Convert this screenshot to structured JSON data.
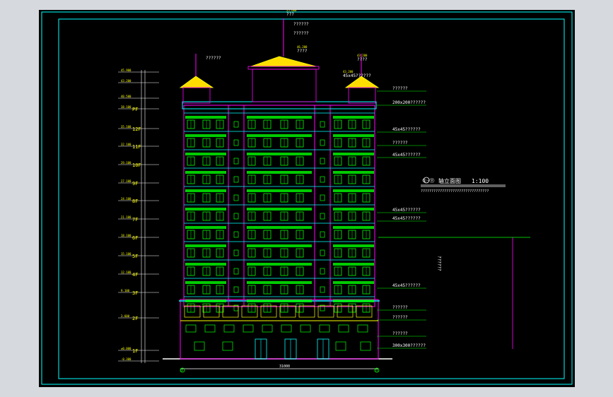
{
  "title": {
    "prefix": "①-⑪",
    "main": "轴立面图",
    "scale": "1:100",
    "note": "????????????????????????????????"
  },
  "dimensions": {
    "overall": "31000",
    "axis_left": "①",
    "axis_right": "⑪"
  },
  "levels": [
    {
      "elev": "45.900",
      "floor": ""
    },
    {
      "elev": "43.200",
      "floor": ""
    },
    {
      "elev": "40.500",
      "floor": ""
    },
    {
      "elev": "38.100",
      "floor": "PF"
    },
    {
      "elev": "35.100",
      "floor": "12F"
    },
    {
      "elev": "32.100",
      "floor": "11F"
    },
    {
      "elev": "29.100",
      "floor": "10F"
    },
    {
      "elev": "27.100",
      "floor": "9F"
    },
    {
      "elev": "24.100",
      "floor": "8F"
    },
    {
      "elev": "21.100",
      "floor": "7F"
    },
    {
      "elev": "18.100",
      "floor": "6F"
    },
    {
      "elev": "15.100",
      "floor": "5F"
    },
    {
      "elev": "12.100",
      "floor": "4F"
    },
    {
      "elev": "9.100",
      "floor": "3F"
    },
    {
      "elev": "3.600",
      "floor": "2F"
    },
    {
      "elev": "±0.000",
      "floor": "1F"
    },
    {
      "elev": "-0.300",
      "floor": ""
    }
  ],
  "top_labels": [
    {
      "text": "???",
      "note": "25.600"
    },
    {
      "text": "??????"
    },
    {
      "text": "??????"
    },
    {
      "text": "????",
      "note": "46.200"
    },
    {
      "text": "??????"
    },
    {
      "text": "45x45??????",
      "note": "43.200"
    },
    {
      "text": "????",
      "note": "43.200"
    }
  ],
  "right_labels": [
    "??????",
    "200x200??????",
    "45x45??????",
    "??????",
    "45x45??????",
    "45x45??????",
    "45x45??????",
    "45x45??????",
    "??????",
    "??????",
    "??????",
    "300x300??????"
  ],
  "vertical_note": "??????",
  "colors": {
    "background": "#000000",
    "frame": "#00ffff",
    "windows": "#00ff00",
    "structure": "#ff00ff",
    "roof": "#ffdd00",
    "text": "#ffffff"
  }
}
